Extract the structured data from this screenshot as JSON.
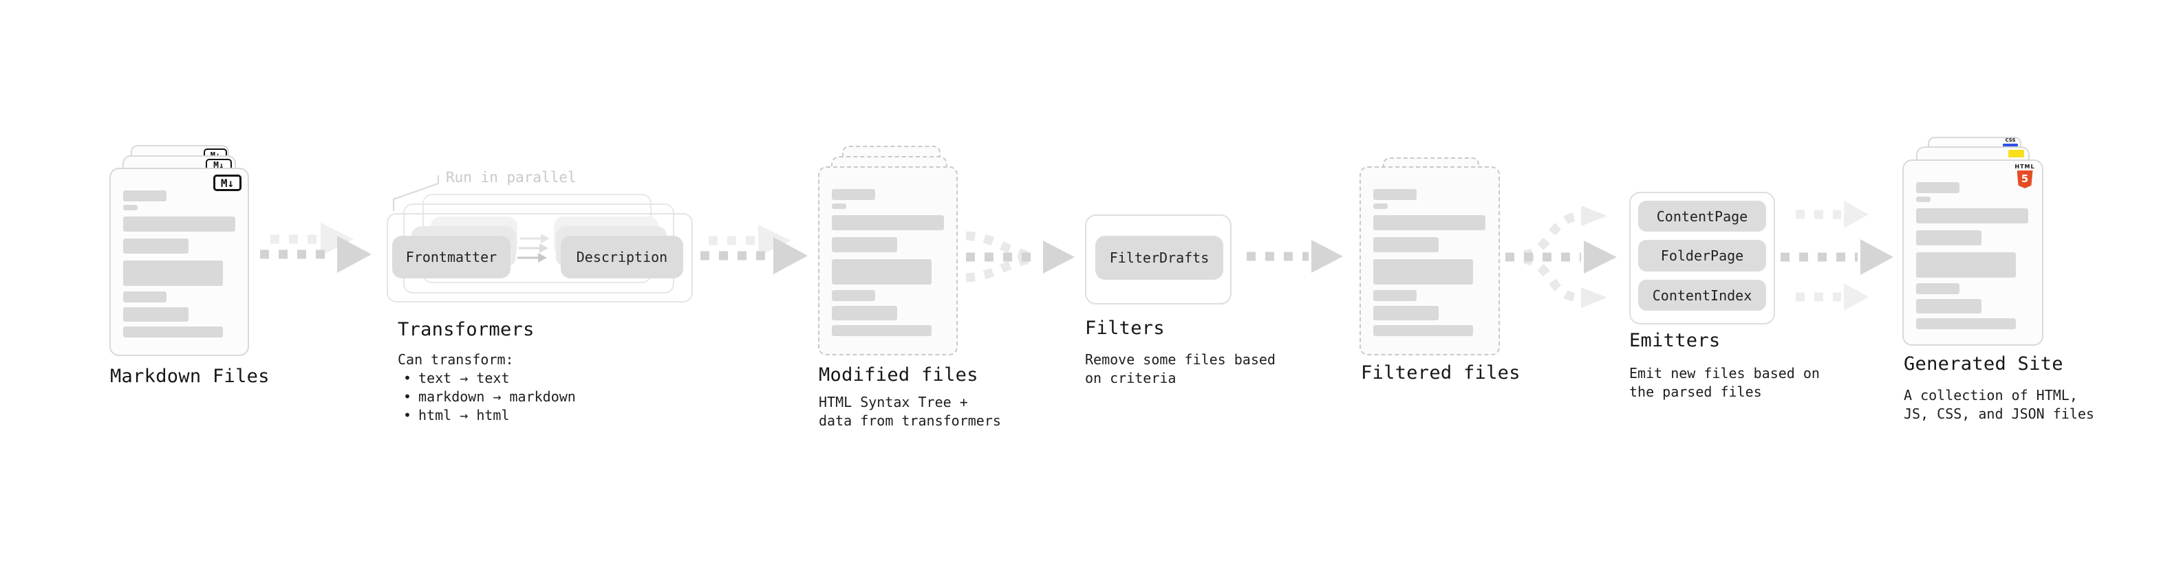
{
  "stages": {
    "markdown": {
      "title": "Markdown Files",
      "badge": "M↓"
    },
    "transformers": {
      "title": "Transformers",
      "note": "Run in parallel",
      "pill_left": "Frontmatter",
      "pill_right": "Description",
      "caption": "Can transform:",
      "bullet_char": "•",
      "bullets": [
        "text → text",
        "markdown → markdown",
        "html → html"
      ]
    },
    "modified": {
      "title": "Modified files",
      "caption_lines": [
        "HTML Syntax Tree +",
        "data from transformers"
      ]
    },
    "filters": {
      "title": "Filters",
      "pill": "FilterDrafts",
      "caption_lines": [
        "Remove some files based",
        "on criteria"
      ]
    },
    "filtered": {
      "title": "Filtered files"
    },
    "emitters": {
      "title": "Emitters",
      "pills": [
        "ContentPage",
        "FolderPage",
        "ContentIndex"
      ],
      "caption_lines": [
        "Emit new files based on",
        "the parsed files"
      ]
    },
    "generated": {
      "title": "Generated Site",
      "caption_lines": [
        "A collection of HTML,",
        "JS, CSS, and JSON files"
      ],
      "css_badge": "CSS",
      "html_badge_label": "HTML",
      "html_badge_number": "5"
    }
  },
  "colors": {
    "html5_orange": "#e44d26",
    "js_yellow": "#f7df1e",
    "css_blue": "#2d53e5",
    "arrow_gray": "#d2d2d2",
    "skeleton_gray": "#d9d9d9"
  }
}
